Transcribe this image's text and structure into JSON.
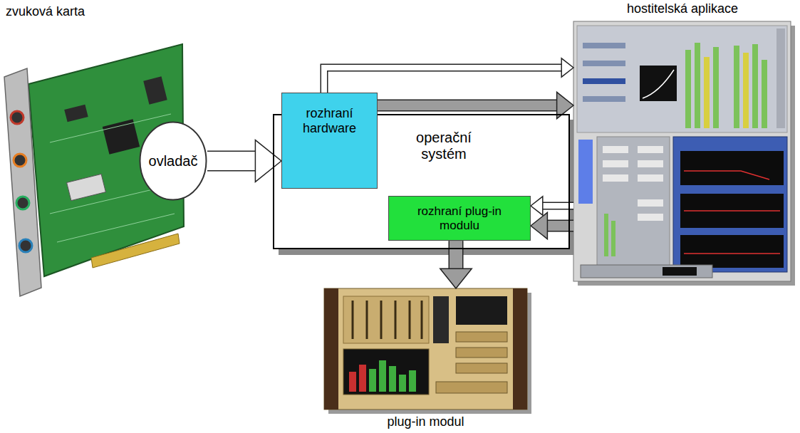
{
  "diagram": {
    "nodes": [
      {
        "text": [
          "zvuková karta"
        ]
      },
      {
        "text": [
          "ovladač"
        ]
      },
      {
        "text": [
          "operační systém"
        ]
      },
      {
        "text": [
          "rozhraní hardware"
        ],
        "in": 2
      },
      {
        "text": [
          "rozhraní plug-in modulu"
        ],
        "in": 2
      },
      {
        "text": [
          "hostitelská aplikace"
        ]
      },
      {
        "text": [
          "plug-in modul"
        ]
      }
    ],
    "edges": [
      {
        "from": 1,
        "to": 3,
        "arrow": "to"
      },
      {
        "from": 3,
        "to": 5,
        "arrow": "to"
      },
      {
        "from": 3,
        "to": 5,
        "arrow": "to"
      },
      {
        "from": 5,
        "to": 4,
        "arrow": "to"
      },
      {
        "from": 5,
        "to": 4,
        "arrow": "to"
      },
      {
        "from": 4,
        "to": 6,
        "arrow": "to"
      }
    ]
  }
}
